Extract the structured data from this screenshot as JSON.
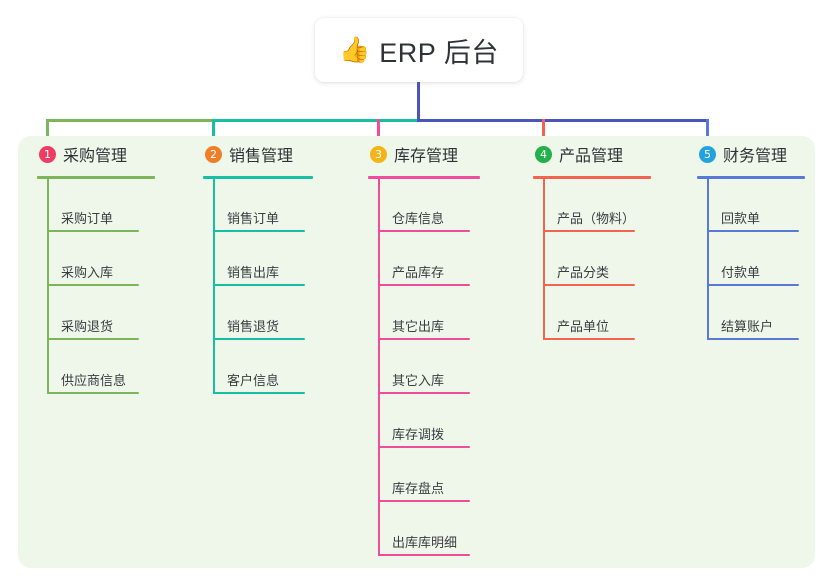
{
  "diagram": {
    "type": "mindmap-tree",
    "title": "ERP 后台",
    "root": {
      "emoji": "👍",
      "icon_name": "thumbs-up-icon",
      "label": "ERP 后台"
    },
    "panel_color": "#eef7ea",
    "background_color": "#ffffff",
    "root_connector_color": "#4a55bb",
    "bar_segments": [
      {
        "color": "#7cb55a"
      },
      {
        "color": "#17bfa3"
      },
      {
        "color": "#4a55bb"
      }
    ],
    "branches": [
      {
        "index": "1",
        "badge_color": "#ee3d63",
        "line_color": "#7cb55a",
        "drop_color": "#7cb55a",
        "label": "采购管理",
        "items": [
          "采购订单",
          "采购入库",
          "采购退货",
          "供应商信息"
        ]
      },
      {
        "index": "2",
        "badge_color": "#f07d28",
        "line_color": "#17bfa3",
        "drop_color": "#17bfa3",
        "label": "销售管理",
        "items": [
          "销售订单",
          "销售出库",
          "销售退货",
          "客户信息"
        ]
      },
      {
        "index": "3",
        "badge_color": "#f3b417",
        "line_color": "#ef4d9c",
        "drop_color": "#ef4d9c",
        "label": "库存管理",
        "items": [
          "仓库信息",
          "产品库存",
          "其它出库",
          "其它入库",
          "库存调拨",
          "库存盘点",
          "出库库明细"
        ]
      },
      {
        "index": "4",
        "badge_color": "#22b14c",
        "line_color": "#f4634f",
        "drop_color": "#f4634f",
        "label": "产品管理",
        "items": [
          "产品（物料）",
          "产品分类",
          "产品单位"
        ]
      },
      {
        "index": "5",
        "badge_color": "#22a3dd",
        "line_color": "#5a79d6",
        "drop_color": "#5a79d6",
        "label": "财务管理",
        "items": [
          "回款单",
          "付款单",
          "结算账户"
        ]
      }
    ]
  }
}
